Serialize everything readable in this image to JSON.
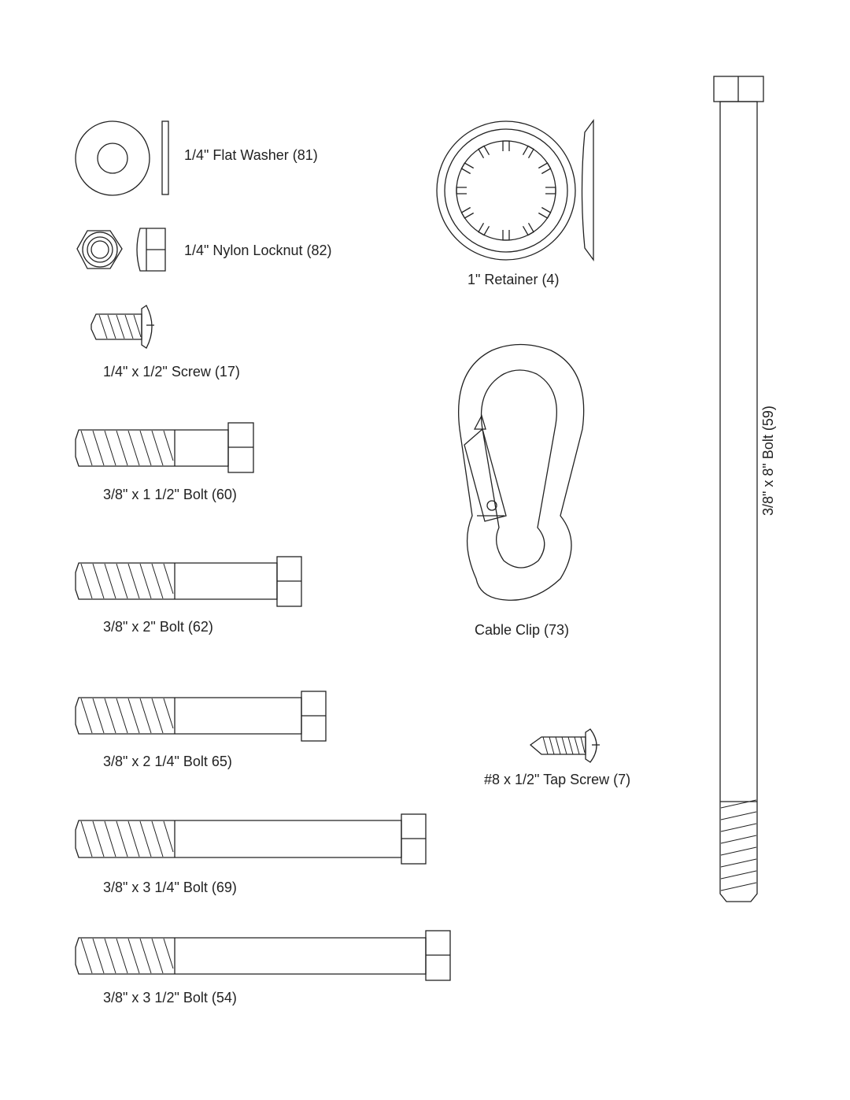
{
  "parts": {
    "flat_washer": "1/4\" Flat Washer (81)",
    "nylon_locknut": "1/4\" Nylon Locknut (82)",
    "screw_17": "1/4\" x 1/2\" Screw (17)",
    "bolt_60": "3/8\" x 1 1/2\" Bolt (60)",
    "bolt_62": "3/8\" x 2\" Bolt (62)",
    "bolt_65": "3/8\" x 2 1/4\" Bolt 65)",
    "bolt_69": "3/8\" x 3 1/4\" Bolt (69)",
    "bolt_54": "3/8\" x 3 1/2\" Bolt (54)",
    "retainer": "1\" Retainer (4)",
    "cable_clip": "Cable Clip (73)",
    "tap_screw": "#8 x 1/2\" Tap Screw (7)",
    "bolt_59": "3/8\" x 8\" Bolt (59)"
  }
}
